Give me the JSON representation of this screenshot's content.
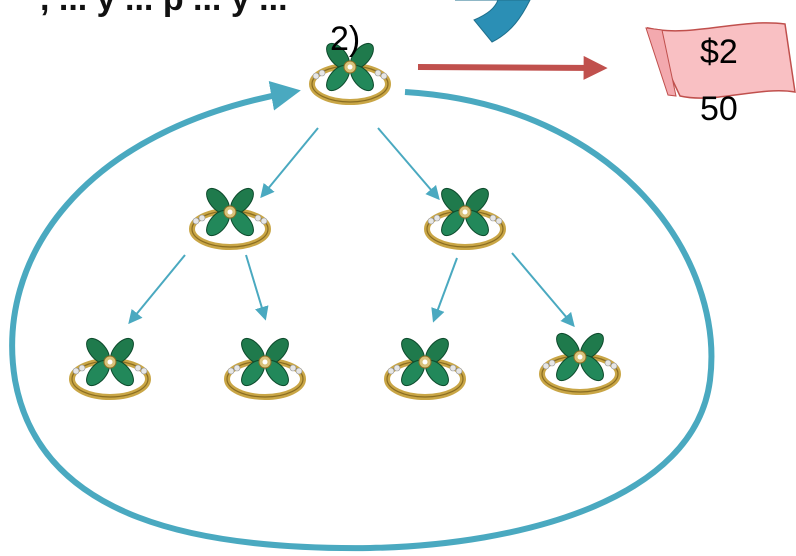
{
  "header": {
    "partial_text": ", ... y ... p ... y ..."
  },
  "root": {
    "step_label": "2)"
  },
  "price_tag": {
    "line1": "$2",
    "line2": "50"
  },
  "tree": {
    "levels": 3,
    "branching": 2
  },
  "colors": {
    "teal": "#4aa9c0",
    "red_arrow": "#c0504d",
    "tag_fill": "#f9c0c3",
    "tag_stroke": "#c0504d",
    "banner_blue": "#2b8fb5",
    "gem_green": "#1f7a4c",
    "gold": "#c9a646"
  }
}
